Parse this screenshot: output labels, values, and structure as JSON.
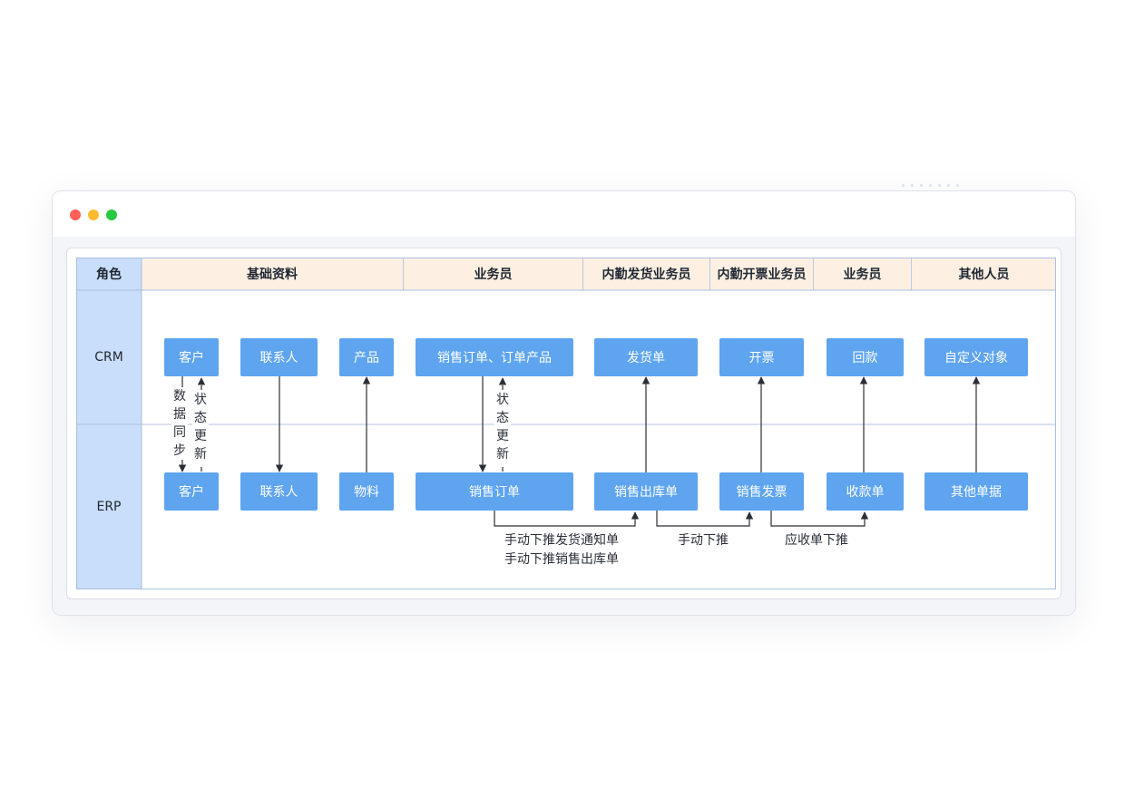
{
  "window": {
    "controls": [
      "close",
      "minimize",
      "maximize"
    ],
    "accent_colors": {
      "node": "#5ea4ef",
      "header": "#fdf0e2",
      "role_column": "#c9defa"
    }
  },
  "diagram": {
    "corner_label": "角色",
    "headers": [
      "基础资料",
      "业务员",
      "内勤发货业务员",
      "内勤开票业务员",
      "业务员",
      "其他人员"
    ],
    "rows": [
      "CRM",
      "ERP"
    ],
    "crm_nodes": {
      "customer": "客户",
      "contact": "联系人",
      "product": "产品",
      "order": "销售订单、订单产品",
      "delivery": "发货单",
      "invoice": "开票",
      "payment": "回款",
      "custom": "自定义对象"
    },
    "erp_nodes": {
      "customer": "客户",
      "contact": "联系人",
      "material": "物料",
      "order": "销售订单",
      "outbound": "销售出库单",
      "invoice": "销售发票",
      "receipt": "收款单",
      "other": "其他单据"
    },
    "labels": {
      "data_sync": "数据同步",
      "status_update_1": "状态更新",
      "status_update_2": "状态更新",
      "push_line_1": "手动下推发货通知单",
      "push_line_2": "手动下推销售出库单",
      "push_manual": "手动下推",
      "push_receivable": "应收单下推"
    }
  }
}
